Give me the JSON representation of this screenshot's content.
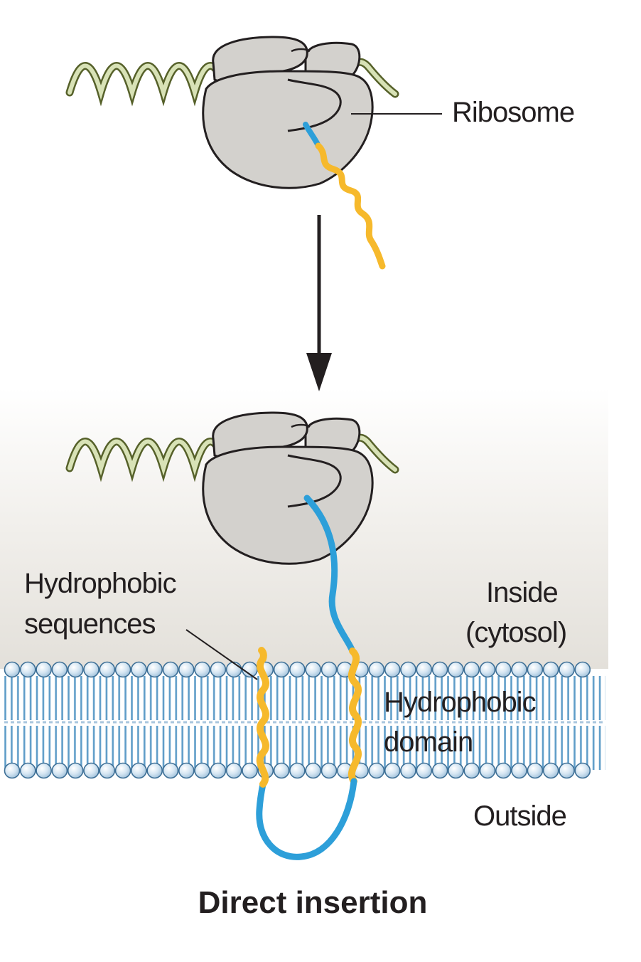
{
  "labels": {
    "ribosome": "Ribosome",
    "hydrophobic_sequences_line1": "Hydrophobic",
    "hydrophobic_sequences_line2": "sequences",
    "inside_line1": "Inside",
    "inside_line2": "(cytosol)",
    "hydrophobic_domain_line1": "Hydrophobic",
    "hydrophobic_domain_line2": "domain",
    "outside": "Outside",
    "caption": "Direct insertion"
  },
  "colors": {
    "ribosome_fill": "#d3d1cd",
    "ribosome_stroke": "#231f20",
    "mrna": "#d8e2b6",
    "polypeptide_hydrophilic": "#2d9fd9",
    "polypeptide_hydrophobic": "#f6b92c",
    "cytosol_shade": "#e6e3dd",
    "membrane_tail": "#5b9ac7",
    "lipid_head": "#c6dced"
  }
}
